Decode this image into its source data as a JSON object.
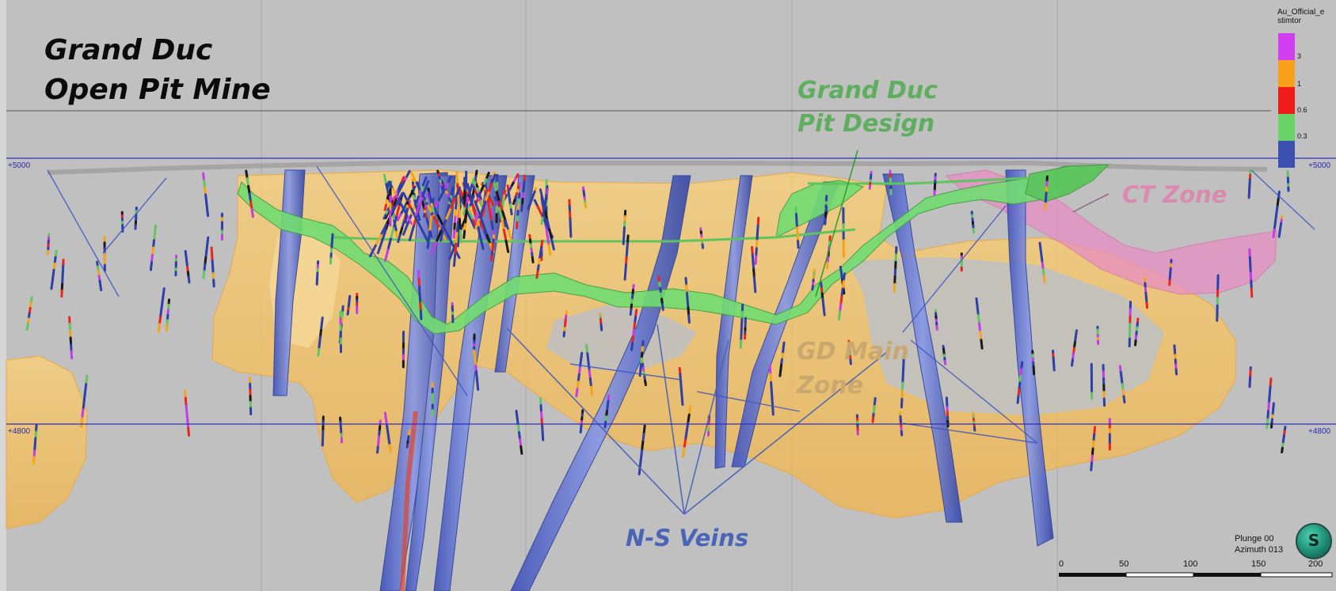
{
  "title": {
    "line1": "Grand Duc",
    "line2": "Open Pit Mine"
  },
  "callouts": {
    "pit_design": [
      "Grand Duc",
      "Pit Design"
    ],
    "ct_zone": "CT Zone",
    "gd_main_zone": [
      "GD Main",
      "Zone"
    ],
    "ns_veins": "N-S Veins"
  },
  "elevations": {
    "upper": "+5000",
    "lower": "+4800"
  },
  "legend": {
    "title": "Au_Official_estimtor",
    "title_wrapped": [
      "Au_Official_e",
      "stimtor"
    ],
    "bins": [
      {
        "label": "3",
        "color": "#d23ff2"
      },
      {
        "label": "1",
        "color": "#f9a11b"
      },
      {
        "label": "0.6",
        "color": "#f01c1c"
      },
      {
        "label": "0.3",
        "color": "#6ad46a"
      },
      {
        "label": "",
        "color": "#3b4fb0"
      }
    ]
  },
  "orientation": {
    "plunge": "Plunge 00",
    "azimuth": "Azimuth 013",
    "compass_letter": "S"
  },
  "scale_bar": {
    "ticks": [
      "0",
      "50",
      "100",
      "150",
      "200"
    ]
  },
  "colors": {
    "background": "#c0c0c0",
    "pit_design": "#6fd66f",
    "ct_zone": "#e786c0",
    "gd_main_zone": "#f3bd5e",
    "ns_veins": "#3c52c0",
    "callout_green": "#5fae5f",
    "callout_pink": "#d98aae",
    "callout_orange": "#c9a870",
    "callout_blue": "#4a64b8"
  }
}
